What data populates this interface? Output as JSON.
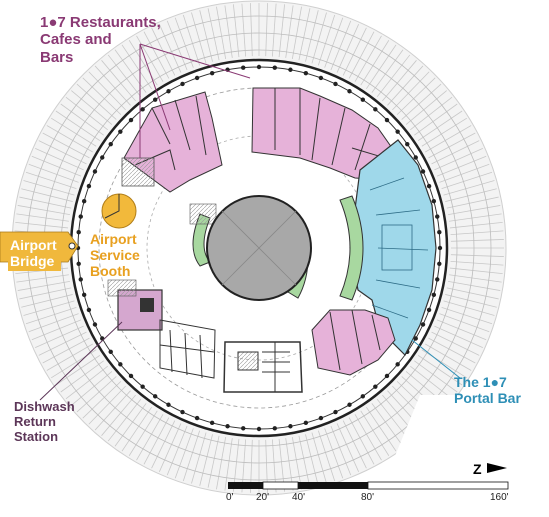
{
  "labels": {
    "restaurants": [
      "1●7 Restaurants,",
      "Cafes and",
      "Bars"
    ],
    "airport_bridge": [
      "Airport",
      "Bridge"
    ],
    "airport_service_booth": [
      "Airport",
      "Service",
      "Booth"
    ],
    "dishwash_return": [
      "Dishwash",
      "Return",
      "Station"
    ],
    "portal_bar": [
      "The 1●7",
      "Portal Bar"
    ]
  },
  "north_indicator": "Z",
  "scale_bar": {
    "ticks": [
      "0'",
      "20'",
      "40'",
      "80'",
      "160'"
    ]
  },
  "colors": {
    "restaurant_fill": "#e6b2d9",
    "portal_bar_fill": "#9fd8ea",
    "booth_fill": "#f2b93b",
    "green_fill": "#a8d8a0",
    "center_fill": "#a8a8a8",
    "seating_line": "#c8c8c8"
  }
}
